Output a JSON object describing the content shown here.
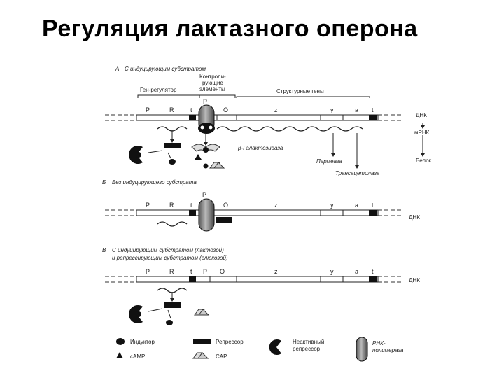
{
  "title": "Регуляция лактазного оперона",
  "panel_a": {
    "letter": "А",
    "heading": "С индуцирующим субстратом",
    "gene_regulator": "Ген-регулятор",
    "control_line1": "Контроли-",
    "control_line2": "рующие",
    "control_line3": "элементы",
    "structural": "Структурные гены",
    "genes": {
      "P1": "P",
      "R": "R",
      "t1": "t",
      "P2": "P",
      "O": "O",
      "z": "z",
      "y": "y",
      "a": "a",
      "t2": "t"
    },
    "dna": "ДНК",
    "mrna": "мРНК",
    "protein": "Белок",
    "galactosidase": "β-Галактозидаза",
    "permease": "Пермеаза",
    "transacetylase": "Трансацетилаза"
  },
  "panel_b": {
    "letter": "Б",
    "heading": "Без индуцирующего субстрата",
    "genes": {
      "P1": "P",
      "R": "R",
      "t1": "t",
      "P2": "P",
      "O": "O",
      "z": "z",
      "y": "y",
      "a": "a",
      "t2": "t"
    },
    "dna": "ДНК"
  },
  "panel_c": {
    "letter": "В",
    "heading_line1": "С индуцирующим субстратом (лактозой)",
    "heading_line2": "и репрессирующим субстратом (глюкозой)",
    "genes": {
      "P1": "P",
      "R": "R",
      "t1": "t",
      "P2": "P",
      "O": "O",
      "z": "z",
      "y": "y",
      "a": "a",
      "t2": "t"
    },
    "dna": "ДНК"
  },
  "legend": {
    "inducer": "Индуктор",
    "camp": "cAMP",
    "repressor": "Репрессор",
    "cap": "CAP",
    "inactive_line1": "Неактивный",
    "inactive_line2": "репрессор",
    "rnap_line1": "РНК-",
    "rnap_line2": "полимераза"
  }
}
